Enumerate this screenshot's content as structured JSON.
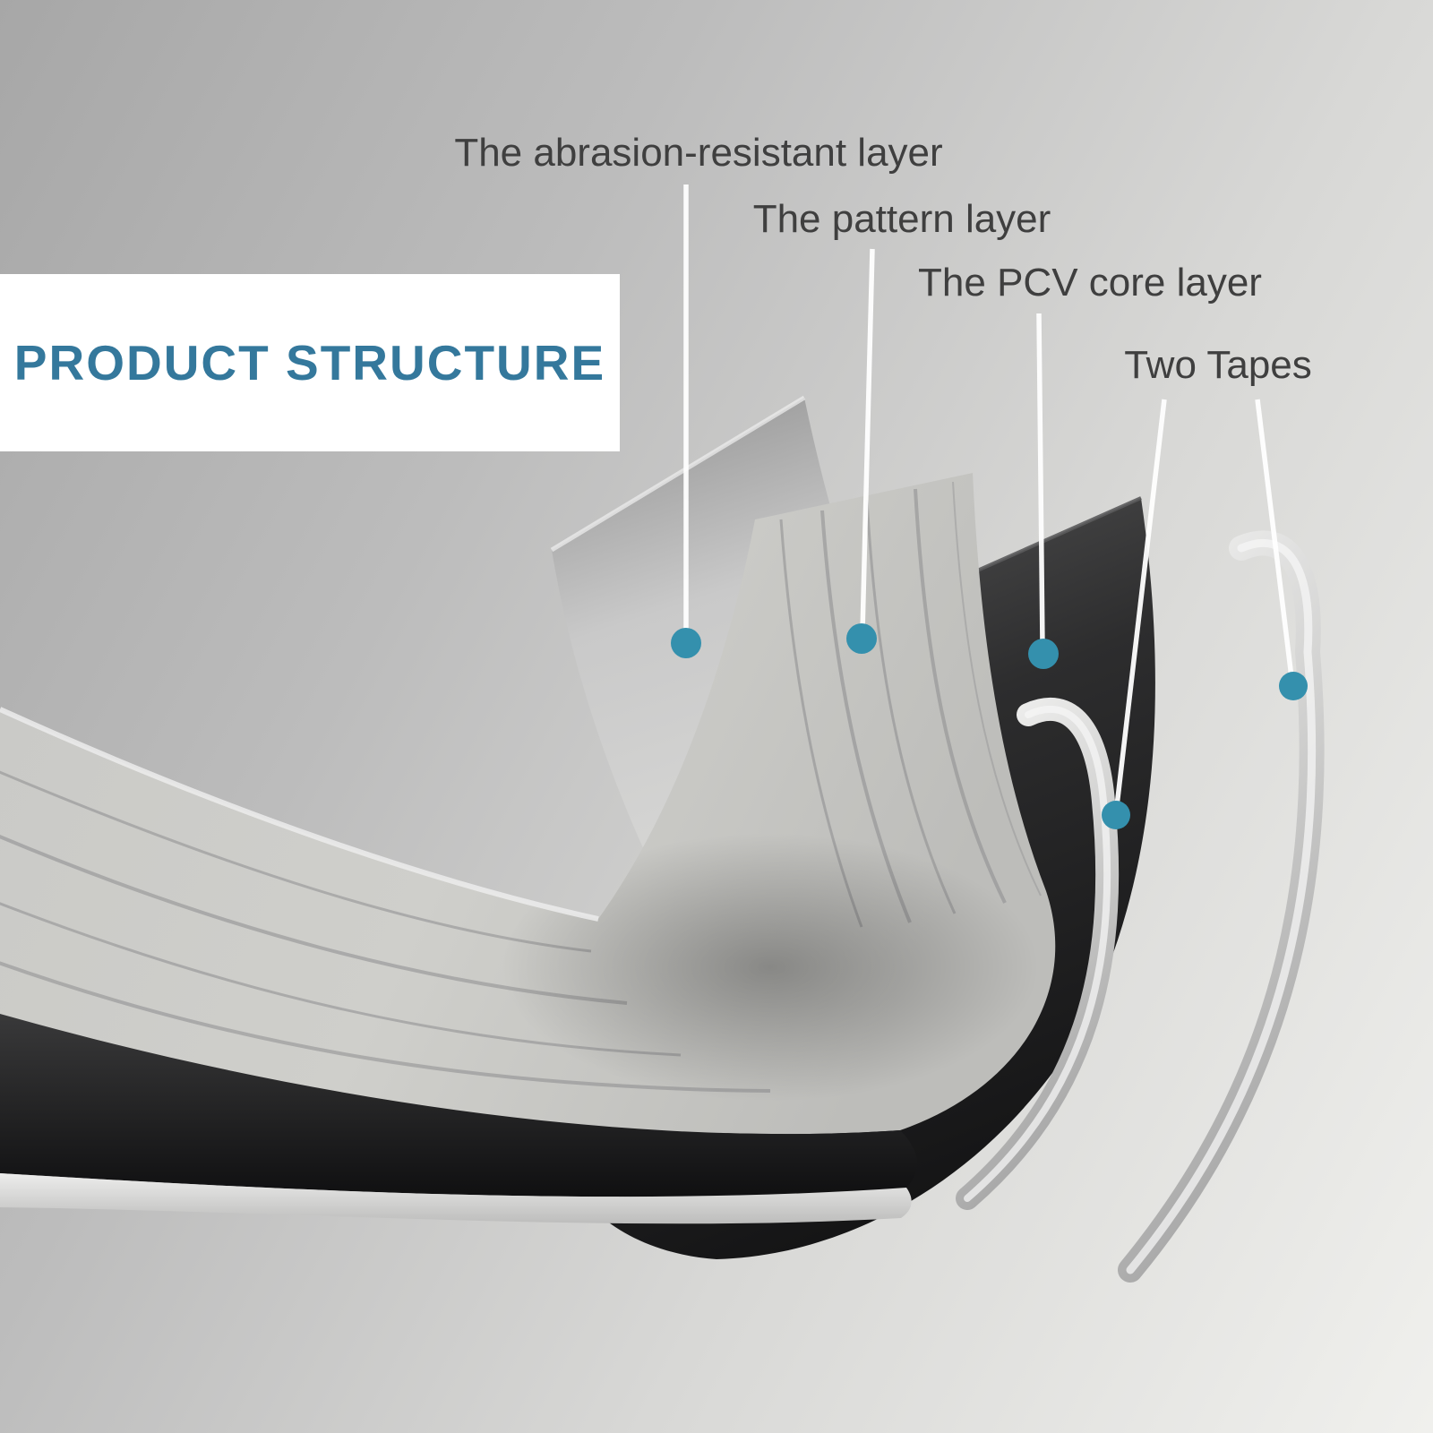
{
  "title": "PRODUCT STRUCTURE",
  "labels": {
    "abrasion": "The abrasion-resistant layer",
    "pattern": "The pattern layer",
    "core": "The PCV core layer",
    "tapes": "Two Tapes"
  },
  "callouts": [
    {
      "label": "The abrasion-resistant layer",
      "marker": "teal-dot"
    },
    {
      "label": "The pattern layer",
      "marker": "teal-dot"
    },
    {
      "label": "The PCV core layer",
      "marker": "teal-dot"
    },
    {
      "label": "Two Tapes",
      "marker": "teal-dot",
      "marker_count": 2
    }
  ],
  "colors": {
    "title_text": "#34789c",
    "label_text": "#3f3f3f",
    "callout_dot": "#3490ad",
    "leader_line": "#ffffff",
    "title_panel_bg": "#ffffff"
  }
}
